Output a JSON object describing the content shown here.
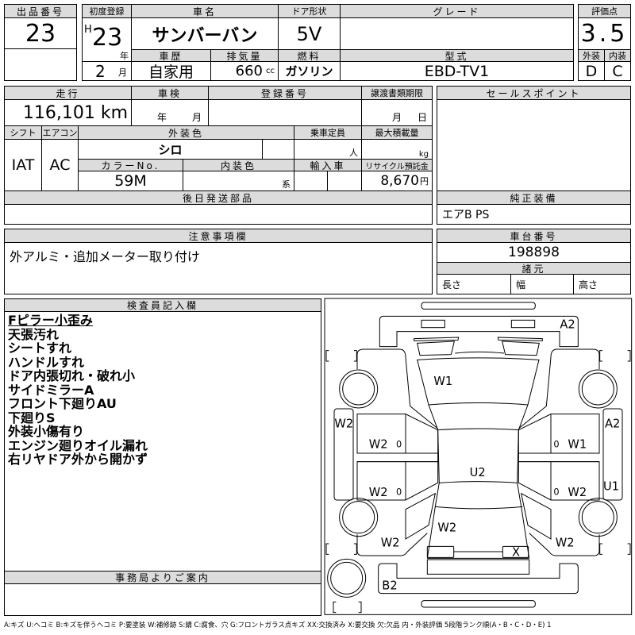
{
  "header": {
    "lot_no_label": "出品番号",
    "lot_no": "23",
    "first_reg_label": "初度登録",
    "era": "H",
    "year": "23",
    "year_unit": "年",
    "month": "2",
    "month_unit": "月",
    "car_name_label": "車名",
    "car_name": "サンバーバン",
    "door_label": "ドア形状",
    "door": "5V",
    "grade_label": "グレード",
    "grade": "",
    "history_label": "車歴",
    "history": "自家用",
    "displacement_label": "排気量",
    "displacement": "660",
    "displacement_unit": "cc",
    "fuel_label": "燃料",
    "fuel": "ガソリン",
    "model_label": "型式",
    "model": "EBD-TV1",
    "score_label": "評価点",
    "score": "3.5",
    "exterior_label": "外装",
    "exterior": "D",
    "interior_label": "内装",
    "interior": "C"
  },
  "details": {
    "mileage_label": "走行",
    "mileage": "116,101 km",
    "inspection_label": "車検",
    "inspection_year_unit": "年",
    "inspection_month_unit": "月",
    "reg_no_label": "登録番号",
    "transfer_label": "譲渡書類期限",
    "transfer_month_unit": "月",
    "transfer_day_unit": "日",
    "shift_label": "シフト",
    "shift": "IAT",
    "ac_label": "エアコン",
    "ac": "AC",
    "ext_color_label": "外装色",
    "ext_color": "シロ",
    "capacity_label": "乗車定員",
    "capacity_unit": "人",
    "max_load_label": "最大積載量",
    "max_load_unit": "kg",
    "color_no_label": "カラーNo.",
    "color_no": "59M",
    "int_color_label": "内装色",
    "int_color_unit": "系",
    "import_label": "輸入車",
    "recycle_label": "リサイクル預託金",
    "recycle": "8,670",
    "recycle_unit": "円",
    "later_parts_label": "後日発送部品"
  },
  "sales": {
    "label": "セールスポイント",
    "equipment_label": "純正装備",
    "equipment": "エアB PS"
  },
  "notice": {
    "label": "注意事項欄",
    "text": "外アルミ・追加メーター取り付け"
  },
  "chassis": {
    "label": "車台番号",
    "number": "198898",
    "specs_label": "諸元",
    "length_label": "長さ",
    "width_label": "幅",
    "height_label": "高さ"
  },
  "inspector": {
    "label": "検査員記入欄",
    "notes": [
      "Fピラー小歪み",
      "天張汚れ",
      "シートすれ",
      "ハンドルすれ",
      "ドア内張切れ・破れ小",
      "サイドミラーA",
      "フロント下廻りAU",
      "下廻りS",
      "外装小傷有り",
      "エンジン廻りオイル漏れ",
      "右リヤドア外から開かず"
    ]
  },
  "office": {
    "label": "事務局よりご案内"
  },
  "diagram": {
    "marks": [
      "A2",
      "W1",
      "W2",
      "A2",
      "W2",
      "0",
      "0",
      "W1",
      "U2",
      "U1",
      "W2",
      "0",
      "0",
      "W2",
      "W2",
      "W2",
      "W2",
      "X",
      "B2"
    ]
  },
  "legend": "A:キズ U:ヘコミ B:キズを伴うヘコミ P:要塗装 W:補修跡 S:錆 C:腐食、穴 G:フロントガラス点キズ XX:交換済み X:要交換 欠:欠品 内・外装評価 5段階ランク順(A・B・C・D・E) 1"
}
